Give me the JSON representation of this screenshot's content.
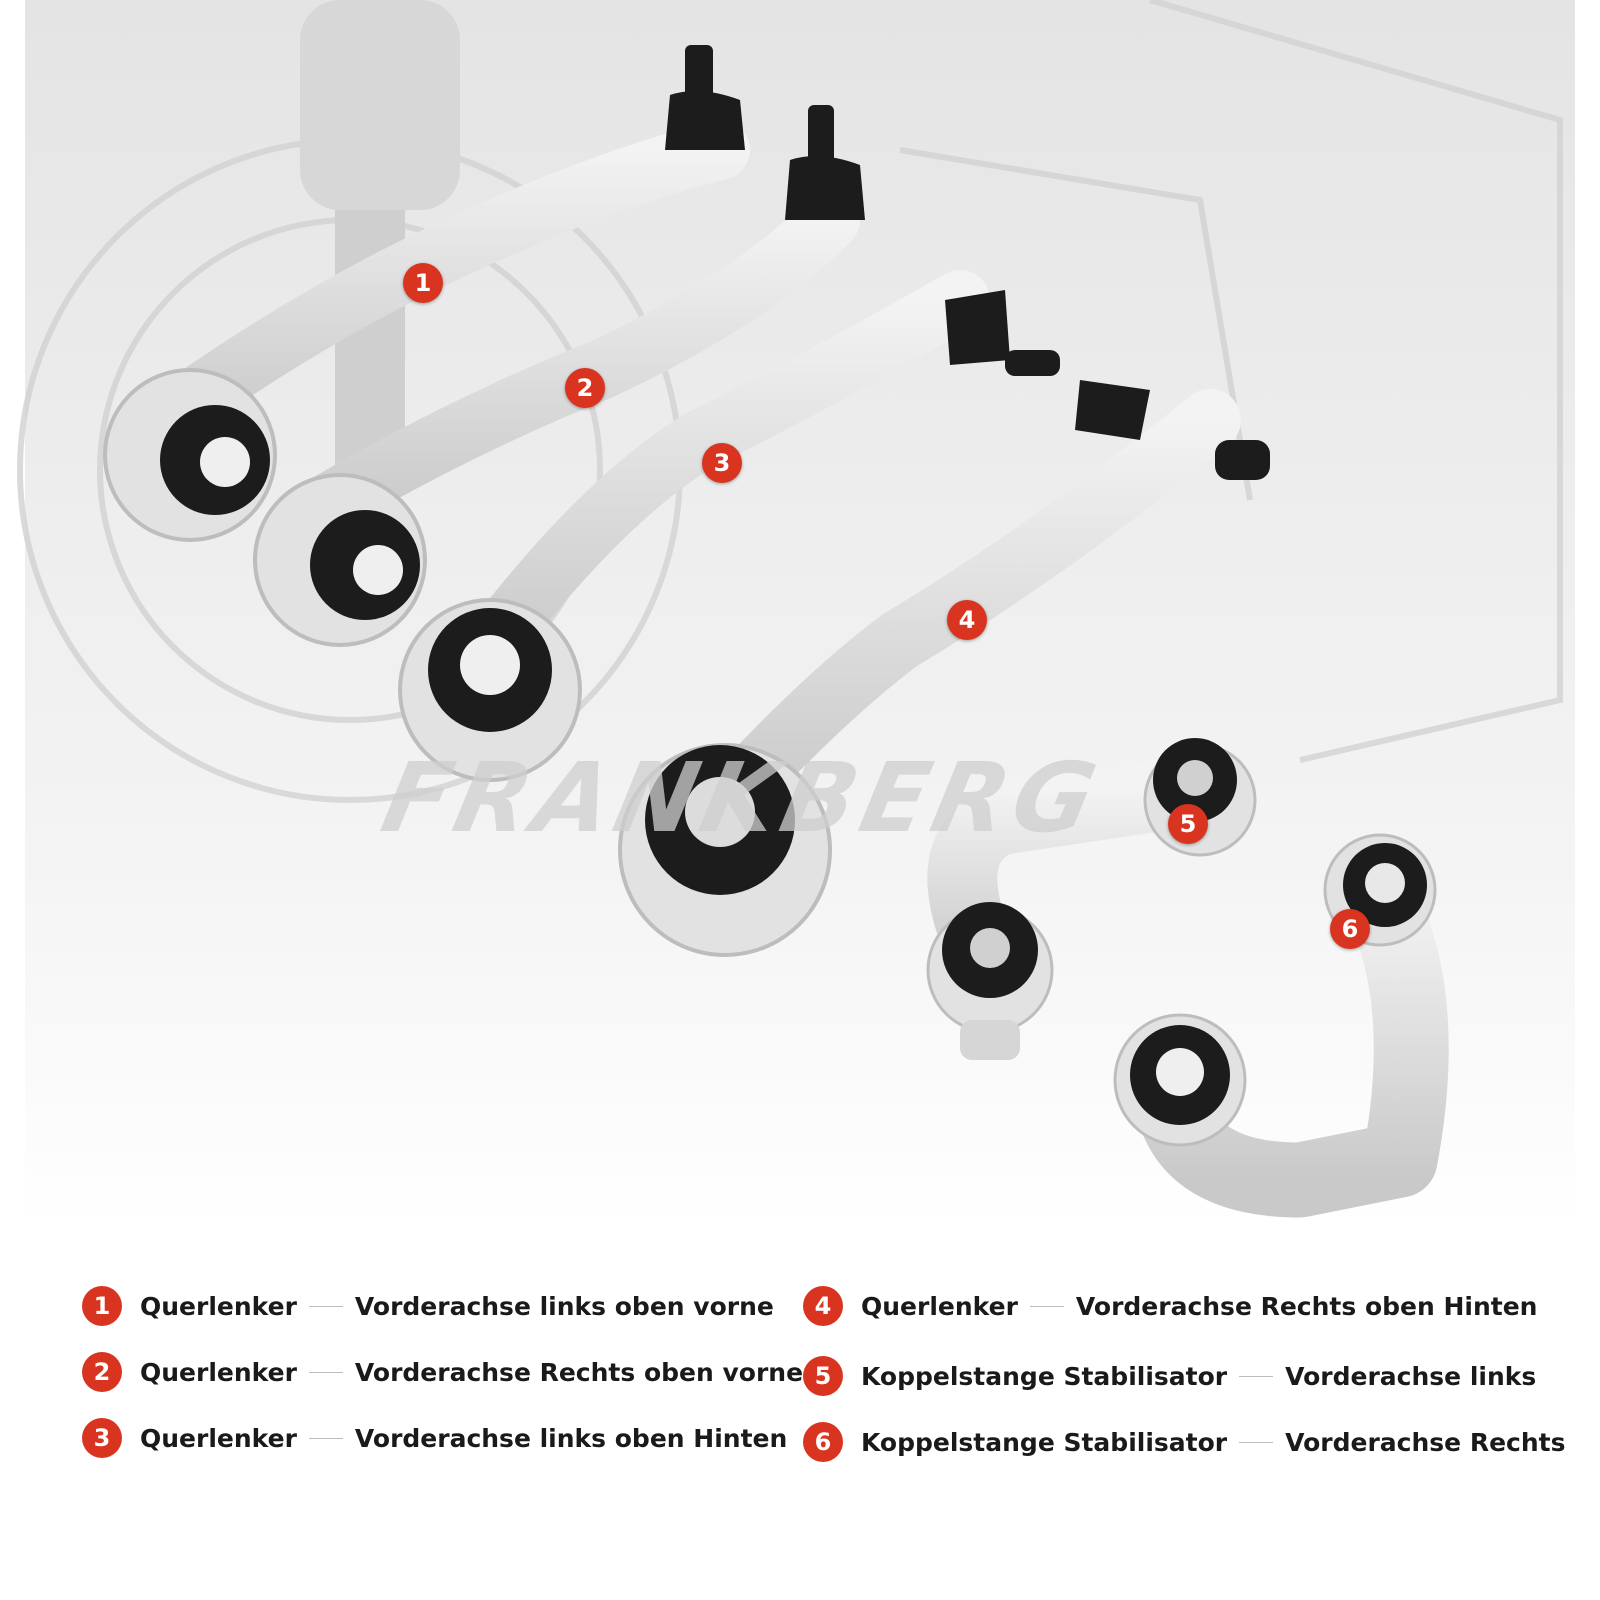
{
  "brand_watermark": "FRANKBERG",
  "colors": {
    "marker": "#d9341f",
    "metal": "#dcdcdc",
    "bushing": "#1c1c1c"
  },
  "markers": [
    "1",
    "2",
    "3",
    "4",
    "5",
    "6"
  ],
  "legend": [
    {
      "num": "1",
      "name": "Querlenker",
      "position": "Vorderachse links oben vorne"
    },
    {
      "num": "2",
      "name": "Querlenker",
      "position": "Vorderachse Rechts oben vorne"
    },
    {
      "num": "3",
      "name": "Querlenker",
      "position": "Vorderachse links oben Hinten"
    },
    {
      "num": "4",
      "name": "Querlenker",
      "position": "Vorderachse Rechts oben Hinten"
    },
    {
      "num": "5",
      "name": "Koppelstange Stabilisator",
      "position": "Vorderachse links"
    },
    {
      "num": "6",
      "name": "Koppelstange Stabilisator",
      "position": "Vorderachse Rechts"
    }
  ]
}
